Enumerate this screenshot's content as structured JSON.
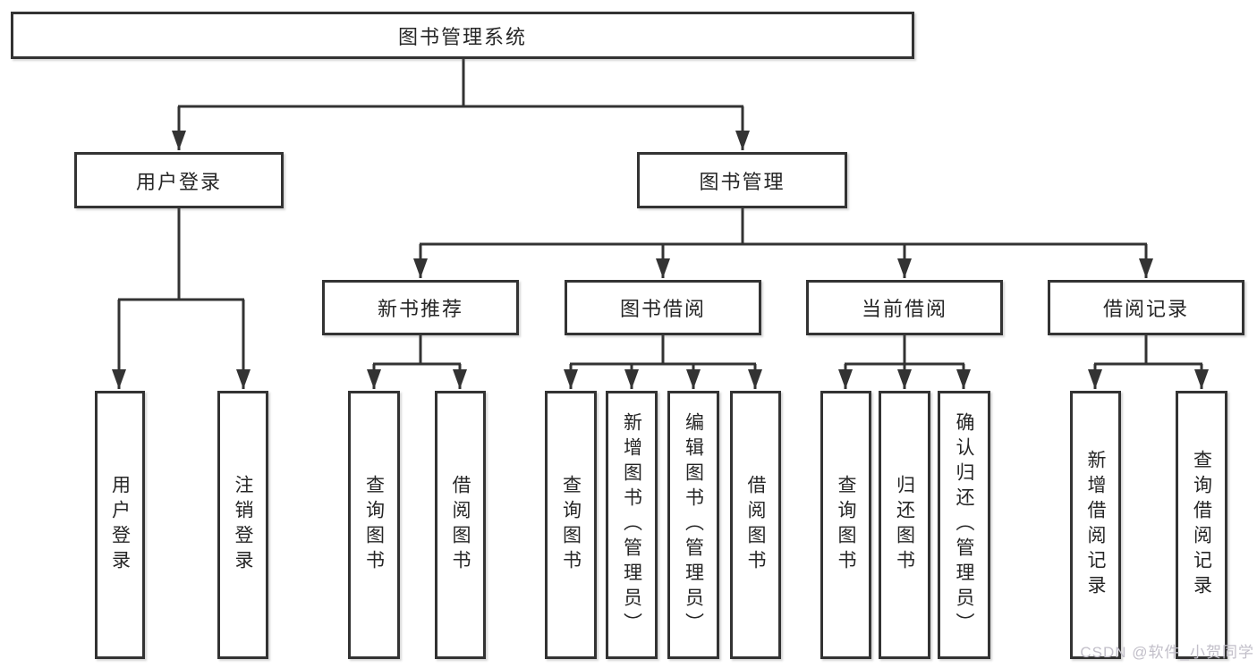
{
  "diagram": {
    "root": "图书管理系统",
    "level2": [
      "用户登录",
      "图书管理"
    ],
    "level3": [
      "新书推荐",
      "图书借阅",
      "当前借阅",
      "借阅记录"
    ],
    "leaves": {
      "user_login": [
        "用户登录",
        "注销登录"
      ],
      "new_books": [
        "查询图书",
        "借阅图书"
      ],
      "book_borrowing": [
        "查询图书",
        "新增图书（管理员）",
        "编辑图书（管理员）",
        "借阅图书"
      ],
      "current_borrowing": [
        "查询图书",
        "归还图书",
        "确认归还（管理员）"
      ],
      "borrowing_records": [
        "新增借阅记录",
        "查询借阅记录"
      ]
    }
  },
  "watermark": "CSDN @软件_小贺同学",
  "colors": {
    "line": "#333333",
    "text": "#262626",
    "watermark": "#c2bfc9",
    "background": "#ffffff"
  }
}
